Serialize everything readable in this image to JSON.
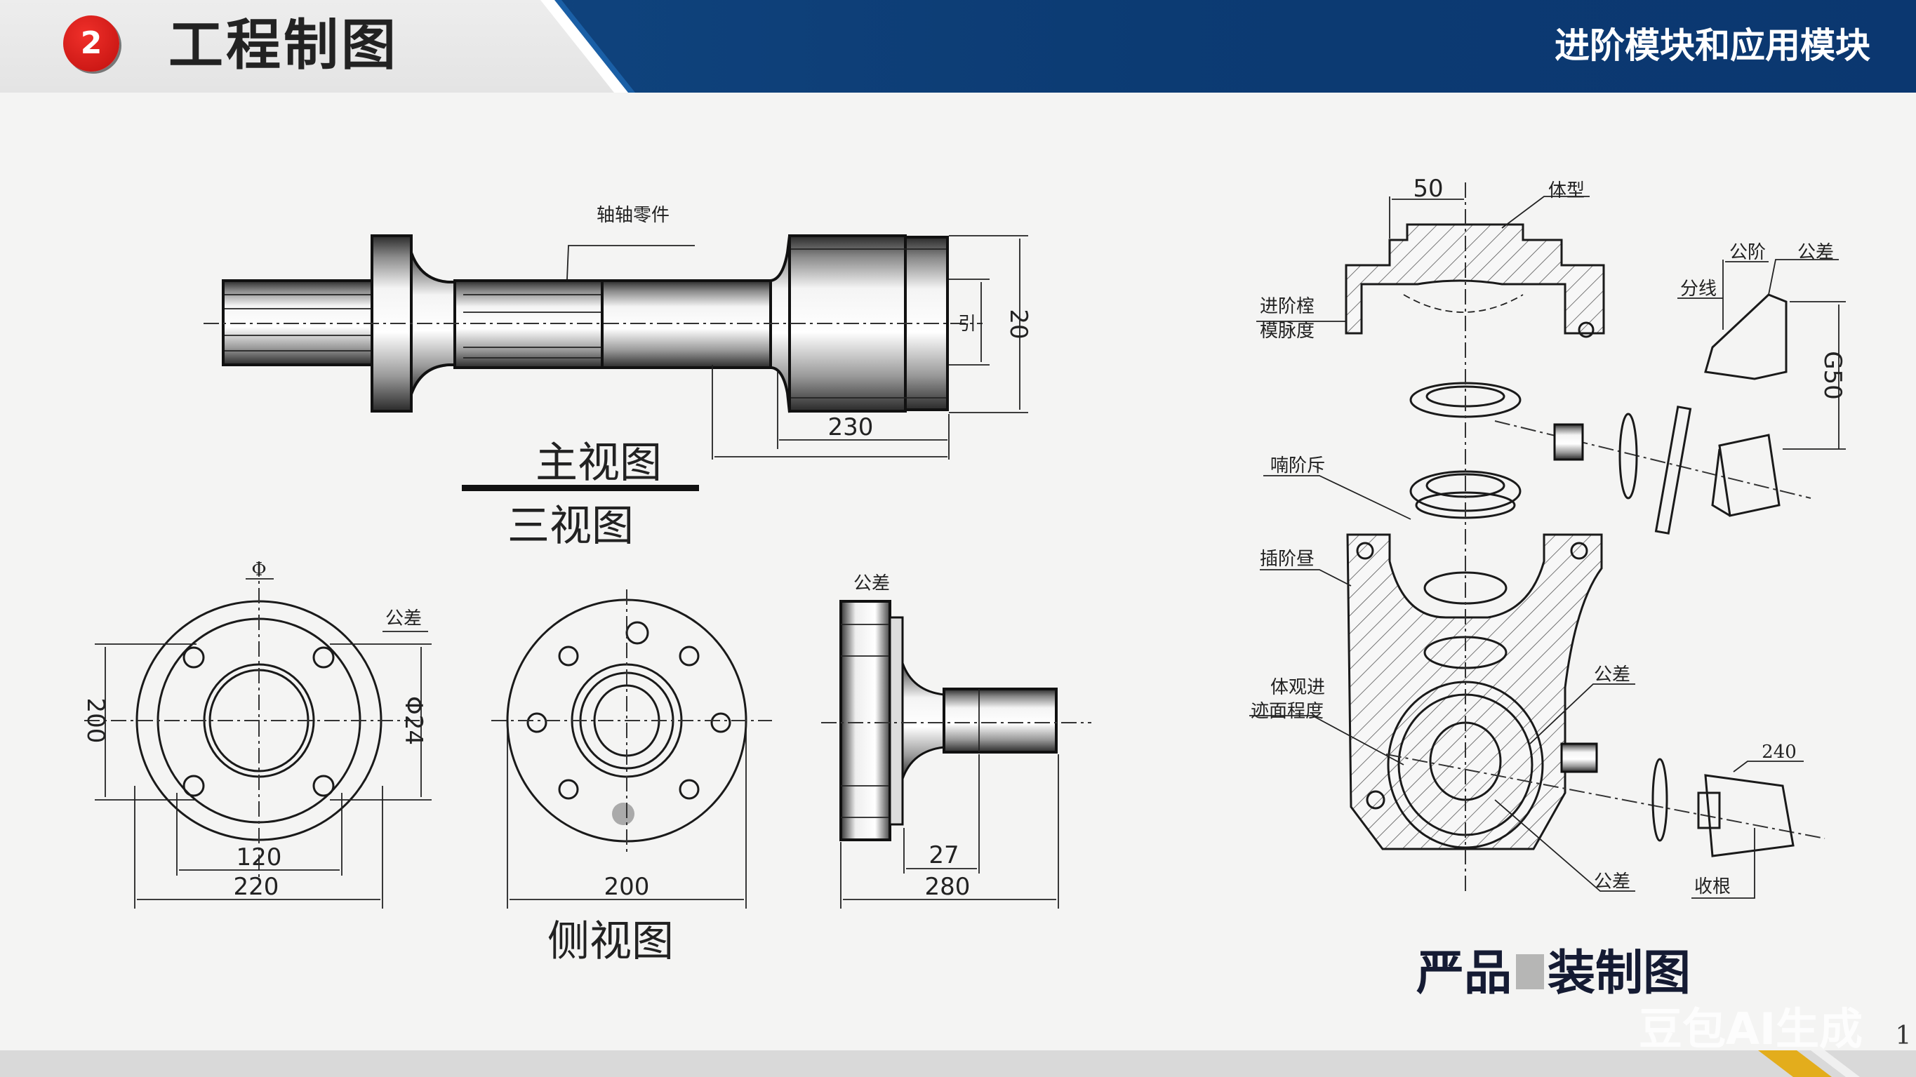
{
  "header": {
    "badge_number": "2",
    "title": "工程制图",
    "module_label": "进阶模块和应用模块",
    "colors": {
      "blue": "#0c3b73",
      "badge_red": "#d8191a",
      "accent_yellow": "#e3ad1c"
    }
  },
  "main_view": {
    "leader_label": "轴轴零件",
    "dim_overall_height": "20",
    "dim_inner": "引",
    "dim_length": "230",
    "caption": "主视图",
    "subcaption": "三视图"
  },
  "side_views": {
    "view1": {
      "top_symbol": "Φ",
      "tolerance_label": "公差",
      "dim_left": "200",
      "dim_right": "Φ24",
      "dim_inner": "120",
      "dim_outer": "220"
    },
    "view2": {
      "dim_width": "200"
    },
    "view3": {
      "tolerance_label": "公差",
      "dim_step": "27",
      "dim_total": "280"
    },
    "caption": "侧视图"
  },
  "assembly": {
    "dim_top": "50",
    "label_body": "体型",
    "label_step": "公阶",
    "label_tolerance_top": "公差",
    "label_split": "分线",
    "dim_vertical": "G50",
    "label_left_1a": "进阶榁",
    "label_left_1b": "模脉度",
    "label_left_2": "喃阶斥",
    "label_left_3": "插阶昼",
    "label_left_4a": "体观进",
    "label_left_4b": "迹面程度",
    "label_tolerance_mid": "公差",
    "label_tolerance_bottom": "公差",
    "dim_bolt": "240",
    "label_bottom_right": "收根",
    "caption_part1": "严品",
    "caption_part2": "装制图"
  },
  "watermark": "豆包AI生成",
  "page_number": "1"
}
